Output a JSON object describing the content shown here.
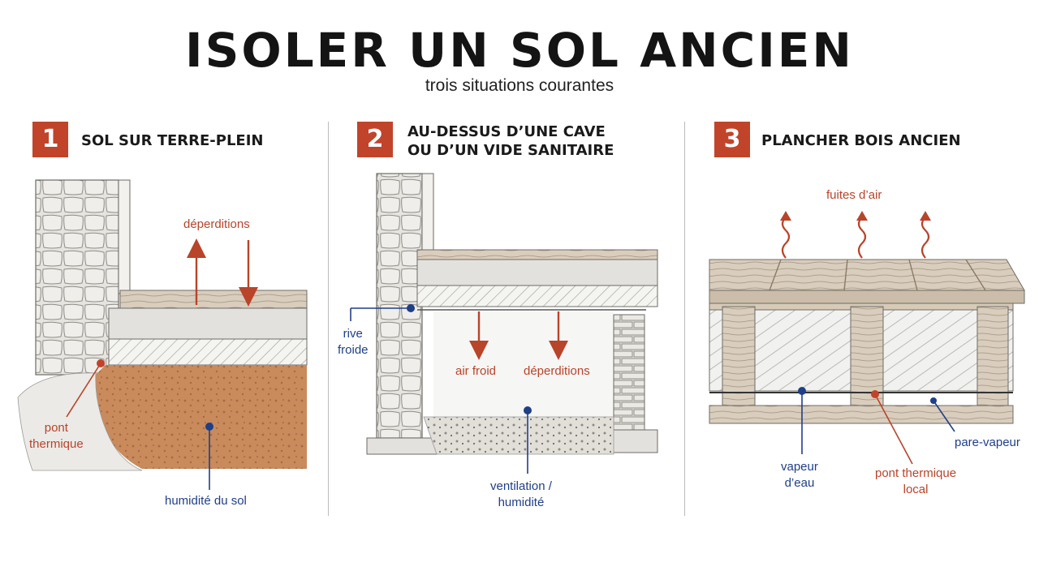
{
  "header": {
    "title": "ISOLER UN SOL ANCIEN",
    "subtitle": "trois situations courantes"
  },
  "panels": [
    {
      "number": "1",
      "title": "SOL SUR TERRE-PLEIN",
      "labels": {
        "losses": "déperditions",
        "thermal_bridge": "pont\nthermique",
        "ground_humidity": "humidité du sol"
      }
    },
    {
      "number": "2",
      "title": "AU-DESSUS D’UNE CAVE\nOU D’UN VIDE SANITAIRE",
      "labels": {
        "cold_edge": "rive\nfroide",
        "cold_air": "air froid",
        "losses": "déperditions",
        "ventilation": "ventilation /\nhumidité"
      }
    },
    {
      "number": "3",
      "title": "PLANCHER BOIS ANCIEN",
      "labels": {
        "air_leaks": "fuites d’air",
        "water_vapour": "vapeur\nd’eau",
        "local_bridge": "pont thermique\nlocal",
        "vapour_barrier": "pare-vapeur"
      }
    }
  ],
  "colors": {
    "accent_red": "#c1442a",
    "label_blue": "#1f3f88",
    "soil": "#c98a5c"
  }
}
